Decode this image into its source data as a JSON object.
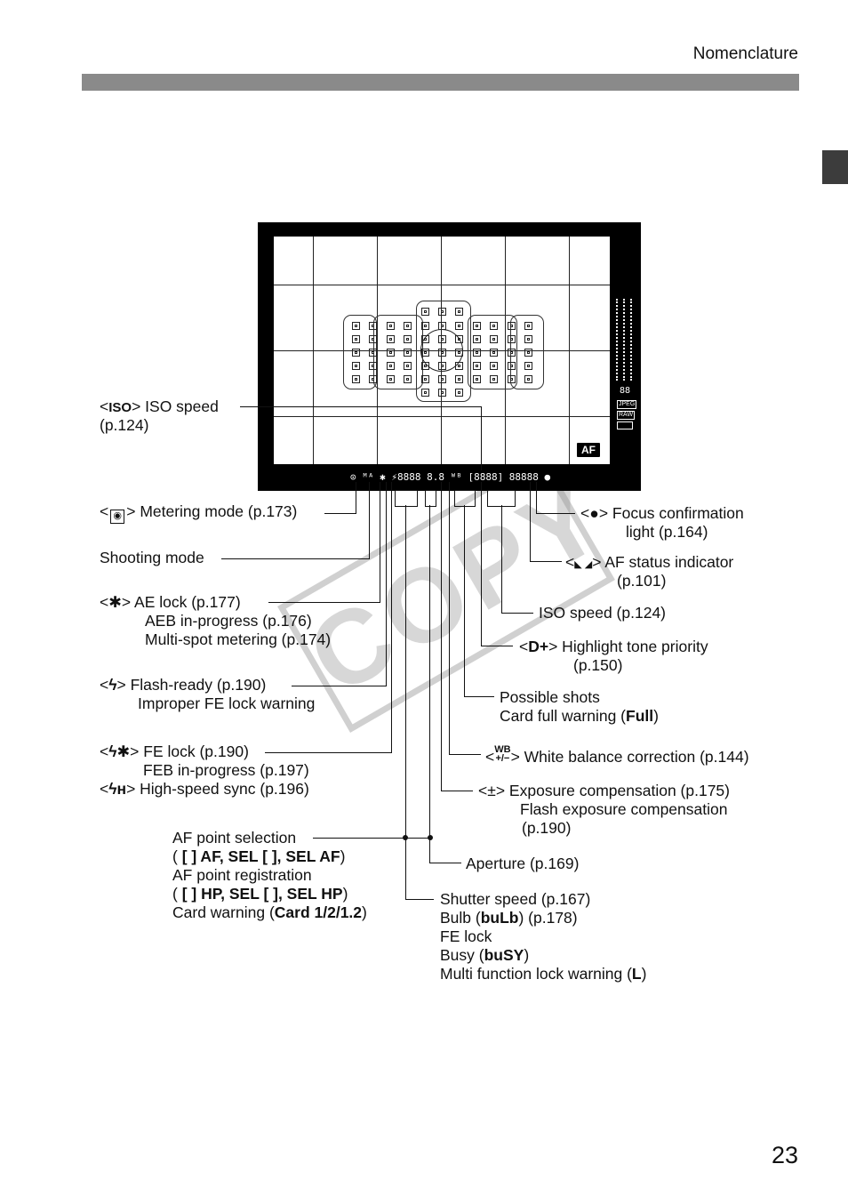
{
  "header": {
    "title": "Nomenclature"
  },
  "page_number": "23",
  "watermark": "COPY",
  "viewfinder": {
    "af_badge": "AF",
    "side_indicators": [
      "JPEG",
      "RAW"
    ],
    "status_line": "⊙ ᴹᴬ ✱ ⚡8888  8.8 ᵂᴮ [8888] 88888  ●"
  },
  "labels": {
    "iso_left": {
      "symbol": "ISO",
      "text": " ISO speed",
      "page": "(p.124)"
    },
    "metering": {
      "text": "> Metering mode (p.173)"
    },
    "shooting_mode": "Shooting mode",
    "ae_lock": {
      "line1": "> AE lock (p.177)",
      "line2": "AEB in-progress (p.176)",
      "line3": "Multi-spot metering (p.174)"
    },
    "flash_ready": {
      "line1": "> Flash-ready (p.190)",
      "line2": "Improper FE lock warning"
    },
    "fe_lock": {
      "line1": "> FE lock (p.190)",
      "line2": "FEB in-progress (p.197)",
      "line3": "> High-speed sync (p.196)"
    },
    "af_point": {
      "line1": "AF point selection",
      "line2_pre": "( ",
      "line2_bold": "[ ] AF, SEL [ ], SEL AF",
      "line2_post": ")",
      "line3": "AF point registration",
      "line4_pre": "( ",
      "line4_bold": "[ ] HP, SEL [ ], SEL HP",
      "line4_post": ")",
      "line5_pre": "Card warning (",
      "line5_bold": "Card 1/2/1.2",
      "line5_post": ")"
    },
    "focus_conf": {
      "line1": "> Focus confirmation",
      "line2": "light (p.164)"
    },
    "af_status": {
      "line1": "> AF status indicator",
      "line2": "(p.101)"
    },
    "iso_right": "ISO speed (p.124)",
    "highlight": {
      "line1": "> Highlight tone priority",
      "line2": "(p.150)"
    },
    "possible_shots": {
      "line1": "Possible shots",
      "line2_pre": "Card full warning (",
      "line2_bold": "Full",
      "line2_post": ")"
    },
    "wb_corr": "> White balance correction (p.144)",
    "exp_comp": {
      "line1": "> Exposure compensation (p.175)",
      "line2": "Flash exposure compensation",
      "line3": "(p.190)"
    },
    "aperture": "Aperture (p.169)",
    "shutter": {
      "line1": "Shutter speed (p.167)",
      "line2_pre": "Bulb (",
      "line2_bold": "buLb",
      "line2_post": ") (p.178)",
      "line3": "FE lock",
      "line4_pre": "Busy (",
      "line4_bold": "buSY",
      "line4_post": ")",
      "line5_pre": "Multi function lock warning (",
      "line5_bold": "L",
      "line5_post": ")"
    }
  }
}
